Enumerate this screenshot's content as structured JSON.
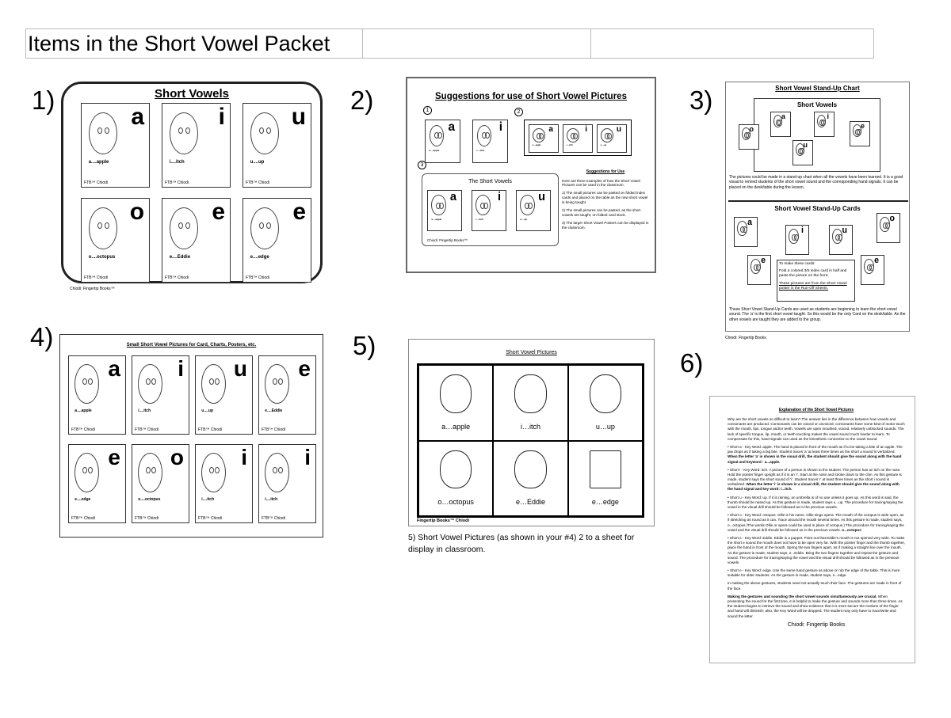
{
  "header": {
    "title": "Items in the Short Vowel Packet",
    "cell2": "",
    "cell3": ""
  },
  "labels": [
    "1)",
    "2)",
    "3)",
    "4)",
    "5)",
    "6)"
  ],
  "panel1": {
    "title": "Short Vowels",
    "footer": "Chiodi: Fingertip Books™",
    "card_footer": "FTB™ Chiodi",
    "cards": [
      {
        "letter": "a",
        "keyword": "a....apple"
      },
      {
        "letter": "i",
        "keyword": "i....itch"
      },
      {
        "letter": "u",
        "keyword": "u....up"
      },
      {
        "letter": "o",
        "keyword": "o....octopus"
      },
      {
        "letter": "e",
        "keyword": "e....Eddie"
      },
      {
        "letter": "e",
        "keyword": "e....edge"
      }
    ]
  },
  "panel2": {
    "title": "Suggestions for use of Short Vowel Pictures",
    "steps": [
      "1",
      "2",
      "3"
    ],
    "inner_title": "The Short Vowels",
    "footer": "Chiodi: Fingertip Books™",
    "cards": [
      {
        "letter": "a",
        "keyword": "a....apple"
      },
      {
        "letter": "i",
        "keyword": "i....itch"
      },
      {
        "letter": "u",
        "keyword": "u....up"
      }
    ],
    "suggestions_title": "Suggestions for Use",
    "suggestions": [
      "Here are three examples of how the Short Vowel Pictures can be used in the classroom.",
      "1) The small pictures can be pasted on folded index cards and placed on the table as the new short vowel is being taught.",
      "2)  The small pictures can be pasted, as the short vowels are taught, on folded card stock.",
      "3)  The larger Short Vowel Posters can be displayed in the classroom."
    ]
  },
  "panel3": {
    "title": "Short Vowel Stand-Up Chart",
    "chart_title": "Short Vowels",
    "chart_letters": [
      "o",
      "a",
      "i",
      "u",
      "e"
    ],
    "chart_text": "The pictures could be made in a stand-up chart when all the vowels have been learned.  It is a good visual to remind students of the short vowel sound and the corresponding hand signals.  It can be placed on the desk/table during the lesson.",
    "cards_title": "Short Vowel Stand-Up Cards",
    "card_letters": [
      "a",
      "i",
      "u",
      "o",
      "e",
      "e"
    ],
    "box": [
      "To make these cards:",
      "Fold a colored 3/5 index card in half and paste the picture on the front.",
      "These pictures are from the Short Vowel poster in  the Run-Off Sheets."
    ],
    "bottom_text": "These Short Vowel Stand-Up Cards are used as students are beginning to learn the short vowel sound.  The 'a' is the first short vowel taught.  So this would be the only Card on the desk/table.   As the other vowels are taught they are added to the group.",
    "footer": "Chiodi: Fingertip Books"
  },
  "panel4": {
    "title": "Small Short Vowel Pictures for Card, Charts, Posters, etc.",
    "card_footer": "FTB™ Chiodi",
    "cards": [
      {
        "letter": "a",
        "keyword": "a....apple"
      },
      {
        "letter": "i",
        "keyword": "i....itch"
      },
      {
        "letter": "u",
        "keyword": "u....up"
      },
      {
        "letter": "e",
        "keyword": "e....Eddie"
      },
      {
        "letter": "e",
        "keyword": "e....edge"
      },
      {
        "letter": "o",
        "keyword": "o....octopus"
      },
      {
        "letter": "i",
        "keyword": "i....itch"
      },
      {
        "letter": "i",
        "keyword": "i....itch"
      }
    ]
  },
  "panel5": {
    "title": "Short Vowel Pictures",
    "footer": "Fingertip Books™ Chiodi",
    "cells": [
      {
        "keyword": "a…apple",
        "icon": "apple-icon"
      },
      {
        "keyword": "i…itch",
        "icon": "girl-icon"
      },
      {
        "keyword": "u…up",
        "icon": "umbrella-icon"
      },
      {
        "keyword": "o…octopus",
        "icon": "octopus-icon"
      },
      {
        "keyword": "e…Eddie",
        "icon": "puppet-icon"
      },
      {
        "keyword": "e…edge",
        "icon": "table-icon"
      }
    ],
    "caption": "5) Short Vowel Pictures (as shown in your #4)  2 to a sheet for display in classroom."
  },
  "panel6": {
    "title": "Explanation of the Short Vowel Pictures",
    "paragraphs": [
      {
        "text": "Why are the short vowels so difficult to learn? The answer lies in the difference between how vowels and consonants are produced. Consonants can be voiced or unvoiced; consonants have some kind of motor touch with the mouth, lips, tongue and/or teeth. Vowels are open mouthed, voiced, relatively unblocked sounds. The lack of specific tongue, lip, mouth, or teeth touching makes the vowel sound much harder to learn. To compensate for this, hand signals can used as the kinesthetic connection to the vowel sound.",
        "bold": ""
      },
      {
        "text": "• Short a - Key Word: apple. The hand is placed in front of the mouth as if to be taking a bite of an apple. The jaw drops as if taking a big bite. Student traces 'a' at least three times as the short a sound is verbalized.",
        "bold": "When the letter 'a' is shown in the visual drill, the student should give the sound along with the hand signal and keyword : a...apple."
      },
      {
        "text": "• Short i - Key Word: itch. A picture of a person is shown to the student. The person has an itch on the nose. Hold the pointer finger upright as if it is an 'i'. Start at the nose and stroke down to the chin. As this gesture is made, student says the short sound of 'i'. Student traces 'i' at least three times as the short i sound is verbalized.",
        "bold": "When the letter 'i' is shown in a visual drill, the student should give the sound along with the hand signal and key word:  i...itch."
      },
      {
        "text": "• Short u - Key Word: up. If it is raining, an umbrella is of no use unless it goes up. As this word is said, the thumb should be raised up. As this gesture is made, student says u...up. The procedure for tracing/saying the vowel in the visual drill should be followed as in the previous vowels.",
        "bold": ""
      },
      {
        "text": "• Short o - Key Word: octopus. Ollie is his name. Ollie sings opera. The mouth of the octopus is wide open, as if stretching as round as it can. Trace around the mouth several times. As this gesture is made, student says, o...octopus (The words Ollie or opera could be used in place of octopus.) The procedure for tracing/saying the vowel and the visual drill should be followed as in the previous vowels.",
        "bold": "o...octopus"
      },
      {
        "text": "• Short e - Key Word: Eddie. Eddie is a puppet. Point out that Eddie's mouth is not opened very wide. To make the short e sound the mouth does not have to be open very far. With the pointer finger and the thumb together, place the hand in front of the mouth. Spring the two fingers apart, as if making a straight line over the mouth. As the gesture is made, student says, e...Eddie. Bring the two fingers together and repeat the gesture and sound. The procedure for tracing/saying the vowel and the visual drill should be followed as in the previous vowels.",
        "bold": ""
      },
      {
        "text": "• Short e - Key Word: edge.  Use the same hand gesture as above or rub the edge of the table.  This is more suitable for older students.  As the gesture is made, student says, e...edge.",
        "bold": ""
      },
      {
        "text": "In making the above gestures, students need not actually touch their face. The gestures are made in front of the face.",
        "bold": ""
      },
      {
        "text": "When presenting the sound for the first time, it is helpful to make the gesture and sounds more than three times. As the student begins to retrieve the sound and show evidence that it is more secure the motions of the finger and hand will diminish; also, the Key Word will be dropped. The student may only have to trace/write and sound the letter.",
        "bold": "Making the gestures and sounding the short vowel sounds simultaneously are crucial."
      }
    ],
    "footer": "Chiodi: Fingertip Books"
  }
}
